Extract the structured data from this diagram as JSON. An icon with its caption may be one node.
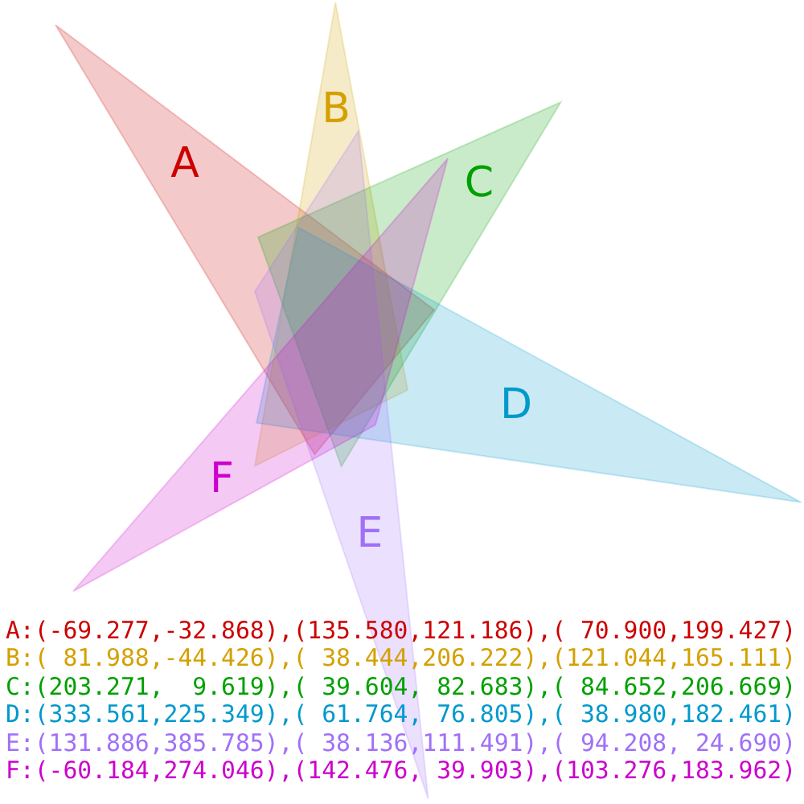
{
  "diagram": {
    "nodes": [
      {
        "text": [
          "A"
        ]
      },
      {
        "text": [
          "B"
        ]
      },
      {
        "text": [
          "C"
        ]
      },
      {
        "text": [
          "D"
        ]
      },
      {
        "text": [
          "E"
        ]
      },
      {
        "text": [
          "F"
        ]
      }
    ],
    "labels": [
      "A:(-69.277,-32.868),(135.580,121.186),( 70.900,199.427)",
      "B:( 81.988,-44.426),( 38.444,206.222),(121.044,165.111)",
      "C:(203.271,  9.619),( 39.604, 82.683),( 84.652,206.669)",
      "D:(333.561,225.349),( 61.764, 76.805),( 38.980,182.461)",
      "E:(131.886,385.785),( 38.136,111.491),( 94.208, 24.690)",
      "F:(-60.184,274.046),(142.476, 39.903),(103.276,183.962)"
    ]
  }
}
